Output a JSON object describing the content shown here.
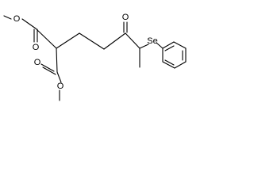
{
  "molecule": {
    "atoms": {
      "o_methyl_top": "O",
      "o_carbonyl_top": "O",
      "o_methyl_bottom": "O",
      "o_carbonyl_bottom": "O",
      "o_ketone": "O",
      "selenium": "Se"
    }
  }
}
